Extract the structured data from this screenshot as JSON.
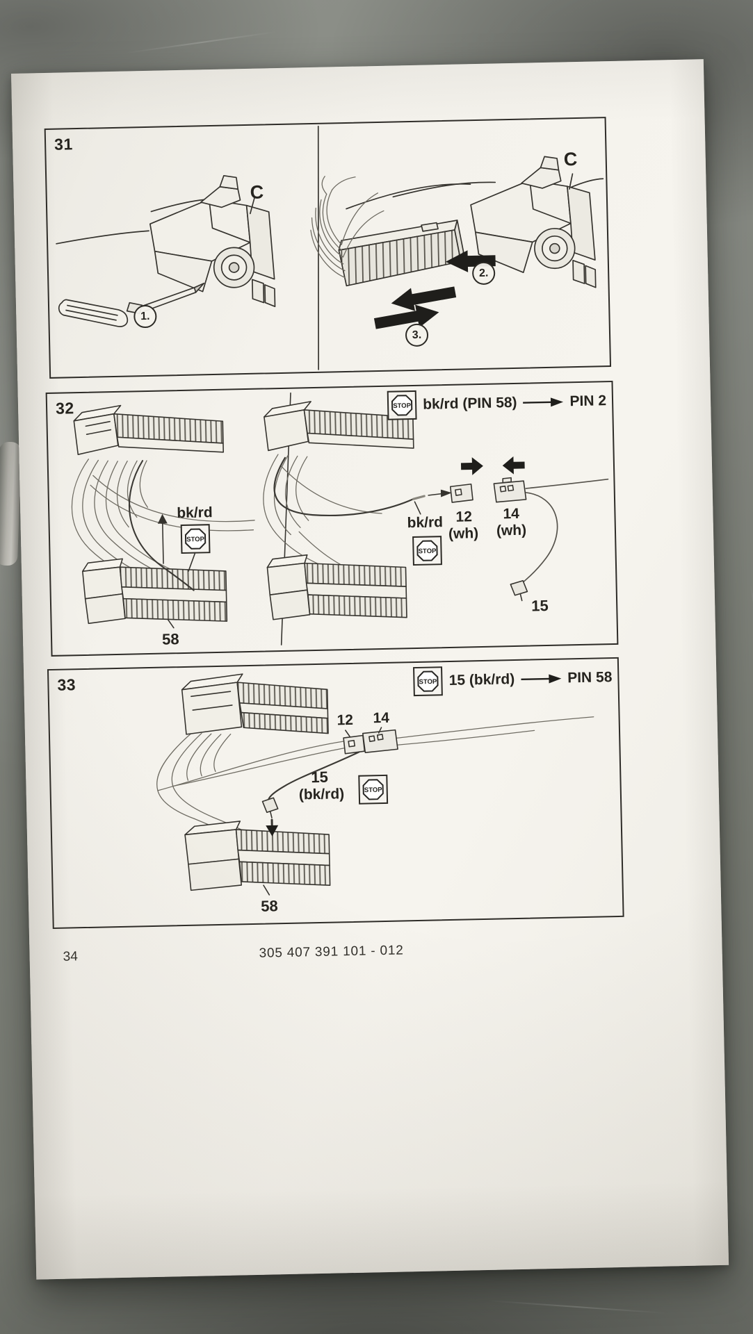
{
  "document": {
    "page_number": "34",
    "code": "305 407 391 101 - 012"
  },
  "stop": "STOP",
  "fig31": {
    "number": "31",
    "connector_left": "C",
    "connector_right": "C",
    "step1": "1.",
    "step2": "2.",
    "step3": "3."
  },
  "fig32": {
    "number": "32",
    "header": {
      "wire": "bk/rd (PIN 58)",
      "target": "PIN 2"
    },
    "left": {
      "wire": "bk/rd",
      "pin": "58"
    },
    "right": {
      "wire": "bk/rd",
      "t12": "12",
      "t12_color": "(wh)",
      "t14": "14",
      "t14_color": "(wh)",
      "t15": "15"
    }
  },
  "fig33": {
    "number": "33",
    "header": {
      "wire": "15 (bk/rd)",
      "target": "PIN 58"
    },
    "t12": "12",
    "t14": "14",
    "t15": "15",
    "t15_color": "(bk/rd)",
    "pin": "58"
  },
  "colors": {
    "paper": "#f4f2ec",
    "ink": "#2e2c28",
    "floor": "#7e8178",
    "arrow": "#1f1e1b"
  },
  "icons": {
    "stop_sign": "octagon-stop"
  }
}
